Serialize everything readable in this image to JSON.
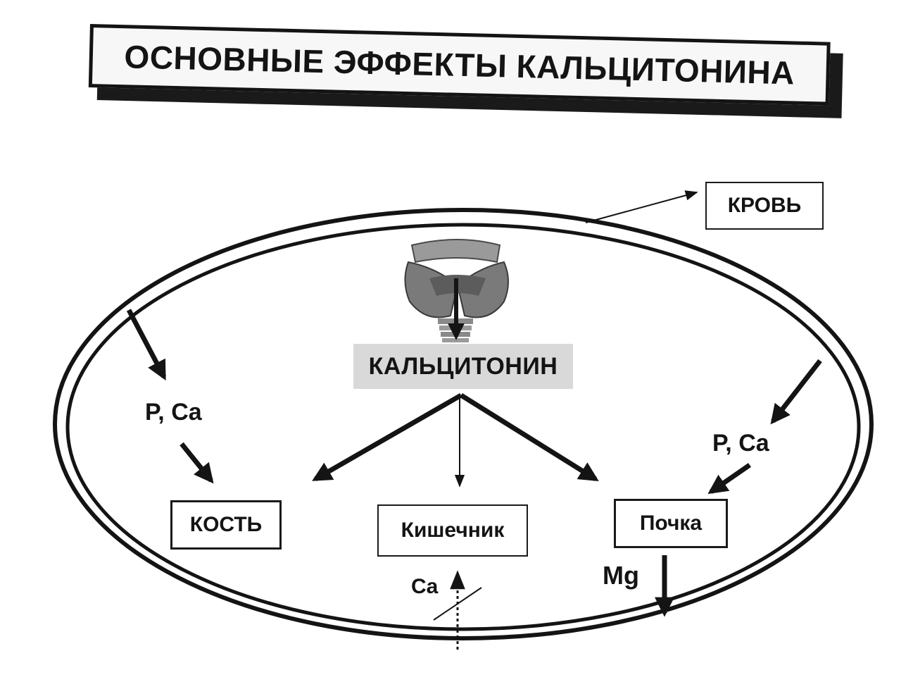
{
  "title": "ОСНОВНЫЕ ЭФФЕКТЫ КАЛЬЦИТОНИНА",
  "nodes": {
    "blood": "КРОВЬ",
    "hormone": "КАЛЬЦИТОНИН",
    "bone": "КОСТЬ",
    "intestine": "Кишечник",
    "kidney": "Почка"
  },
  "ion_labels": {
    "left": "P, Ca",
    "right": "P, Ca",
    "intestine_ca": "Ca",
    "kidney_mg": "Mg"
  },
  "icons": {
    "gland": "thyroid-gland-icon"
  },
  "colors": {
    "ink": "#141414",
    "hormone_label_bg": "#d9d9d9",
    "gland": "#7a7a7a"
  }
}
